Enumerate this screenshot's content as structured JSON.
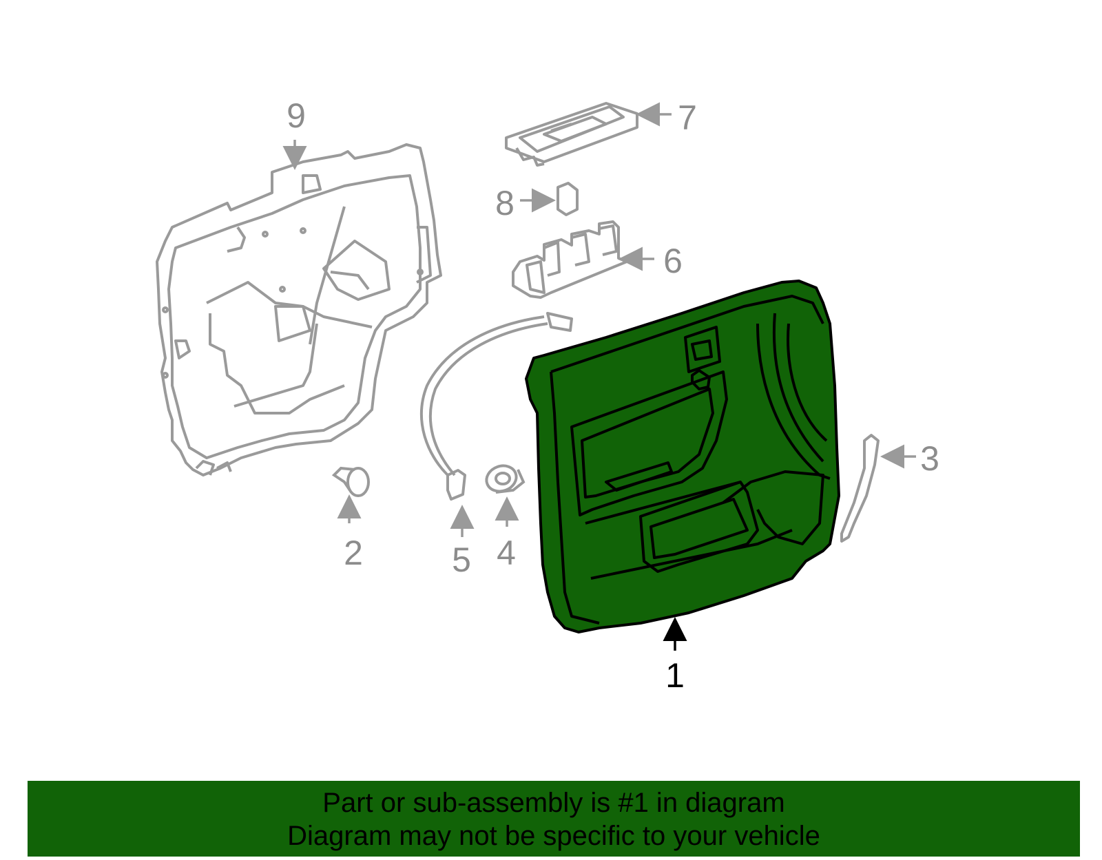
{
  "diagram": {
    "callouts": {
      "c1": "1",
      "c2": "2",
      "c3": "3",
      "c4": "4",
      "c5": "5",
      "c6": "6",
      "c7": "7",
      "c8": "8",
      "c9": "9"
    },
    "colors": {
      "highlight_fill": "#116307",
      "highlight_stroke": "#000000",
      "part_stroke": "#9a9a9a",
      "callout_text": "#8c8c8c",
      "banner_bg": "#116307"
    },
    "highlighted_part": "1"
  },
  "banner": {
    "line1": "Part or sub-assembly is #1 in diagram",
    "line2": "Diagram may not be specific to your vehicle"
  }
}
